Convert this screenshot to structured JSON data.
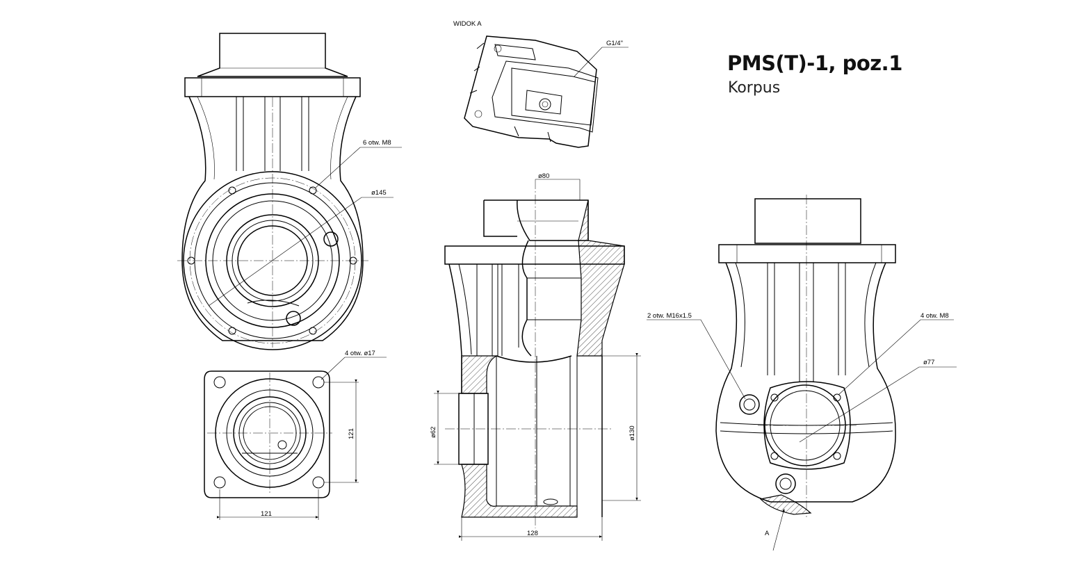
{
  "title": "PMS(T)-1, poz.1",
  "subtitle": "Korpus",
  "view_label": "WIDOK A",
  "section_arrow_label": "A",
  "annotations": {
    "holes_m8_front": "6 otw. M8",
    "dia_145": "ø145",
    "holes_17": "4 otw. ø17",
    "dia_80": "ø80",
    "dia_62": "ø62",
    "dia_130": "ø130",
    "thread_g14": "G1/4\"",
    "holes_m16": "2 otw. M16x1.5",
    "holes_m8_side": "4 otw. M8",
    "dia_77": "ø77"
  },
  "dimensions": {
    "flange_width": "121",
    "flange_height": "121",
    "section_width": "128"
  }
}
